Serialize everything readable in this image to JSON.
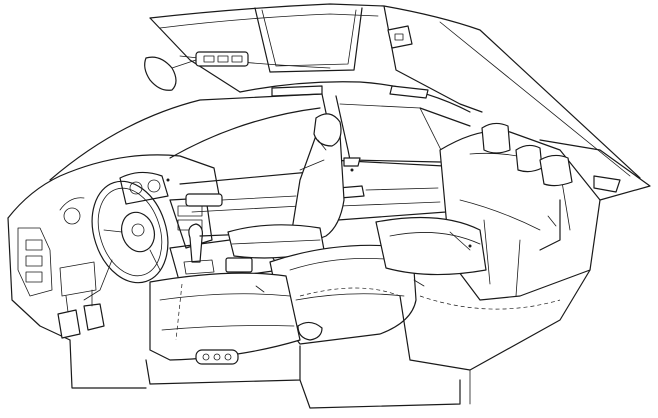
{
  "figure": {
    "subject": "",
    "line_color": "#1a1a1a",
    "background_color": "#ffffff"
  },
  "parts": [
    {
      "name": "roof-frame"
    },
    {
      "name": "rear-view-mirror"
    },
    {
      "name": "map-light"
    },
    {
      "name": "sunroof-opening"
    },
    {
      "name": "roof-grab-handle"
    },
    {
      "name": "dashboard"
    },
    {
      "name": "steering-wheel"
    },
    {
      "name": "instrument-cluster"
    },
    {
      "name": "center-console"
    },
    {
      "name": "gear-shifter"
    },
    {
      "name": "front-door-panel"
    },
    {
      "name": "rear-door-panel"
    },
    {
      "name": "driver-seat"
    },
    {
      "name": "passenger-seat"
    },
    {
      "name": "rear-bench-seat"
    },
    {
      "name": "rear-headrests"
    },
    {
      "name": "seat-power-switch"
    },
    {
      "name": "pedals"
    },
    {
      "name": "floor-rocker"
    }
  ]
}
